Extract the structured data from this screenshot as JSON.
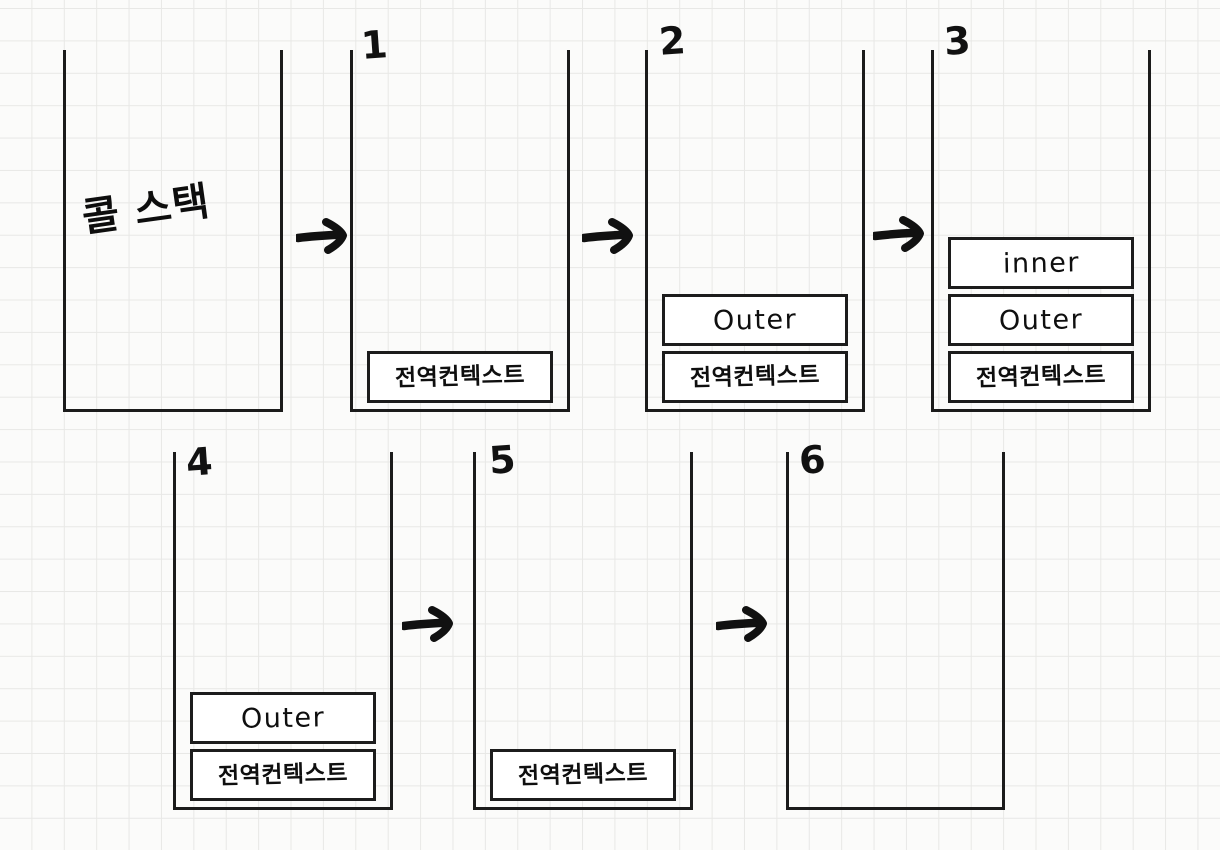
{
  "diagram": {
    "title": "콜 스택",
    "title_note": "Call stack progression diagram (hand-drawn on grid paper)",
    "ink_color": "#1b1b1b",
    "paper_color": "#fbfbfa",
    "grid_color": "#e8e8e6",
    "arrow_glyph": "arrow-right-icon",
    "steps": [
      {
        "id": "stack-0",
        "number": "",
        "has_number": false,
        "title": "콜 스택",
        "frames": []
      },
      {
        "id": "stack-1",
        "number": "1",
        "has_number": true,
        "title": "",
        "frames": [
          {
            "label": "전역컨텍스트",
            "script": "ko"
          }
        ]
      },
      {
        "id": "stack-2",
        "number": "2",
        "has_number": true,
        "title": "",
        "frames": [
          {
            "label": "Outer",
            "script": "latin"
          },
          {
            "label": "전역컨텍스트",
            "script": "ko"
          }
        ]
      },
      {
        "id": "stack-3",
        "number": "3",
        "has_number": true,
        "title": "",
        "frames": [
          {
            "label": "inner",
            "script": "latin"
          },
          {
            "label": "Outer",
            "script": "latin"
          },
          {
            "label": "전역컨텍스트",
            "script": "ko"
          }
        ]
      },
      {
        "id": "stack-4",
        "number": "4",
        "has_number": true,
        "title": "",
        "frames": [
          {
            "label": "Outer",
            "script": "latin"
          },
          {
            "label": "전역컨텍스트",
            "script": "ko"
          }
        ]
      },
      {
        "id": "stack-5",
        "number": "5",
        "has_number": true,
        "title": "",
        "frames": [
          {
            "label": "전역컨텍스트",
            "script": "ko"
          }
        ]
      },
      {
        "id": "stack-6",
        "number": "6",
        "has_number": true,
        "title": "",
        "frames": []
      }
    ],
    "arrows": [
      {
        "id": "arrow-0-1",
        "from": "stack-0",
        "to": "stack-1"
      },
      {
        "id": "arrow-1-2",
        "from": "stack-1",
        "to": "stack-2"
      },
      {
        "id": "arrow-2-3",
        "from": "stack-2",
        "to": "stack-3"
      },
      {
        "id": "arrow-4-5",
        "from": "stack-4",
        "to": "stack-5"
      },
      {
        "id": "arrow-5-6",
        "from": "stack-5",
        "to": "stack-6"
      }
    ]
  }
}
